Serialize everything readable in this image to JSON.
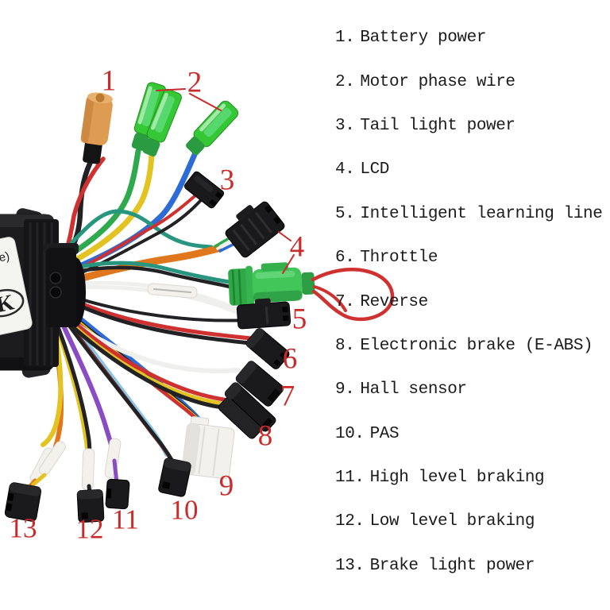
{
  "legend": {
    "items": [
      {
        "num": "1.",
        "label": "Battery power"
      },
      {
        "num": "2.",
        "label": "Motor phase wire"
      },
      {
        "num": "3.",
        "label": "Tail light power"
      },
      {
        "num": "4.",
        "label": "LCD"
      },
      {
        "num": "5.",
        "label": "Intelligent learning line"
      },
      {
        "num": "6.",
        "label": "Throttle"
      },
      {
        "num": "7.",
        "label": "Reverse"
      },
      {
        "num": "8.",
        "label": "Electronic brake (E-ABS)"
      },
      {
        "num": "9.",
        "label": "Hall sensor"
      },
      {
        "num": "10.",
        "label": "PAS"
      },
      {
        "num": "11.",
        "label": "High level braking"
      },
      {
        "num": "12.",
        "label": "Low level braking"
      },
      {
        "num": "13.",
        "label": "Brake light power"
      }
    ]
  },
  "markers": [
    "1",
    "2",
    "3",
    "4",
    "5",
    "6",
    "7",
    "8",
    "9",
    "10",
    "11",
    "12",
    "13"
  ],
  "controller": {
    "sticker_text": "de)",
    "logo_text": "K"
  },
  "colors": {
    "marker_red": "#cb2a2a",
    "wire_green": "#2fa94e",
    "wire_yellow": "#e3c322",
    "wire_blue": "#2d6cd6",
    "wire_red": "#cf3130",
    "wire_black": "#222225",
    "wire_orange": "#e0771c",
    "wire_teal": "#28967e",
    "wire_lightblue": "#8ac6e8",
    "wire_purple": "#8a4cc2",
    "wire_maroon": "#7c2a22",
    "wire_white": "#efefed",
    "conn_green": "#42c65a",
    "conn_orange": "#dd9c52",
    "conn_black": "#1a1a1c",
    "conn_white": "#f2f1ec"
  }
}
